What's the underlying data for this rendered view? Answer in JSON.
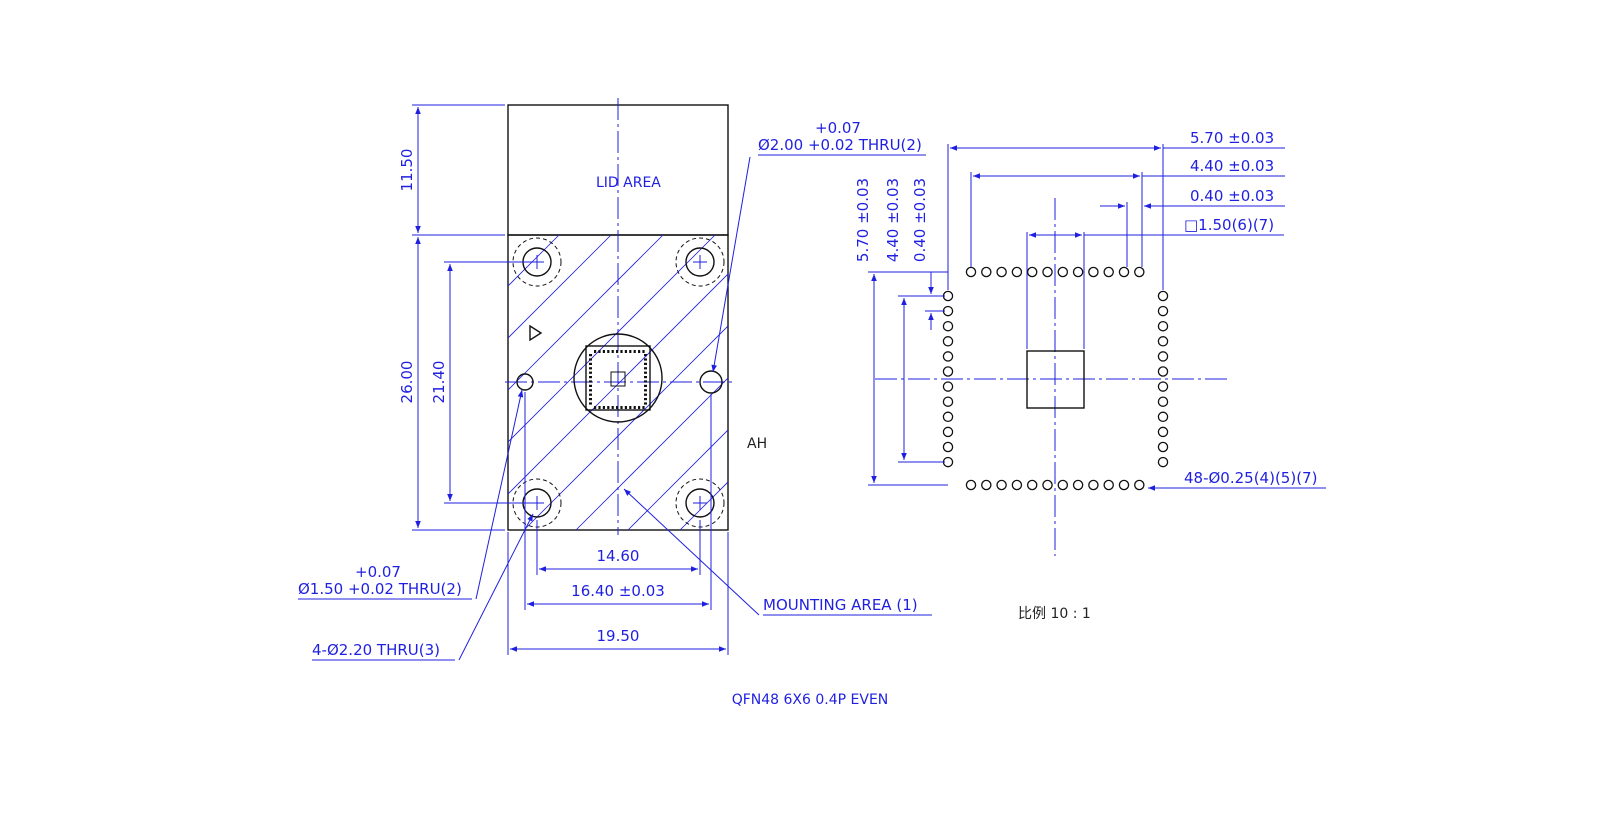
{
  "colors": {
    "dimension": "#1f1fe0",
    "outline": "#111111",
    "background": "#ffffff"
  },
  "left_view": {
    "lid_area_label": "LID AREA",
    "side_label": "AH",
    "dim_lid_height": "11.50",
    "dim_body_height": "26.00",
    "dim_hole_spacing_vertical": "21.40",
    "dim_inner_hole_spacing": "14.60",
    "dim_locating_spacing": "16.40 ±0.03",
    "dim_overall_width": "19.50",
    "locating_hole_top_tol": "+0.07",
    "locating_hole_top": "Ø2.00 +0.02 THRU(2)",
    "locating_hole_bottom_tol": "+0.07",
    "locating_hole_bottom": "Ø1.50 +0.02 THRU(2)",
    "mounting_holes": "4-Ø2.20 THRU(3)",
    "mounting_area": "MOUNTING AREA (1)"
  },
  "right_view": {
    "dim_outer_span": "5.70 ±0.03",
    "dim_pin_span": "4.40 ±0.03",
    "dim_pitch": "0.40 ±0.03",
    "dim_pad": "□1.50(6)(7)",
    "dim_outer_span_v": "5.70 ±0.03",
    "dim_pin_span_v": "4.40 ±0.03",
    "dim_pitch_v": "0.40 ±0.03",
    "pins_callout": "48-Ø0.25(4)(5)(7)",
    "scale": "比例 10 : 1"
  },
  "title": "QFN48 6X6 0.4P EVEN"
}
